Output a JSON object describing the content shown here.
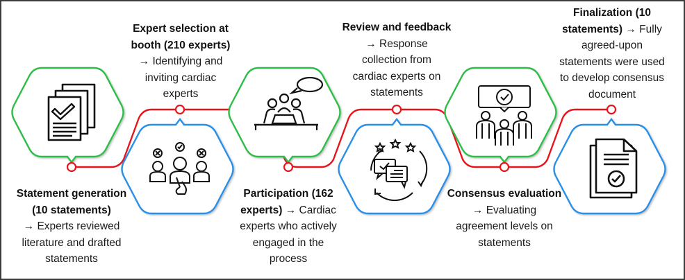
{
  "diagram": {
    "type": "process-flow",
    "colors": {
      "top_hexagon": "#2ebd4a",
      "bottom_hexagon": "#2a8fe6",
      "connector": "#e8141c",
      "icon": "#111111",
      "text": "#1a1a1a",
      "frame": "#3c3c3c"
    },
    "arrow_glyph": "→",
    "steps": [
      {
        "id": 1,
        "position": "top",
        "icon": "document-checklist-icon",
        "title": "Statement generation (10 statements)",
        "title_lines": [
          "Statement generation",
          "(10 statements)"
        ],
        "description": "Experts reviewed literature and drafted statements",
        "description_lines": [
          "Experts reviewed",
          "literature and drafted",
          "statements"
        ]
      },
      {
        "id": 2,
        "position": "bottom",
        "icon": "expert-selection-icon",
        "title": "Expert selection at booth (210 experts)",
        "title_lines": [
          "Expert selection at",
          "booth (210 experts)"
        ],
        "description": "Identifying and inviting cardiac experts",
        "description_lines": [
          "Identifying and",
          "inviting cardiac",
          "experts"
        ]
      },
      {
        "id": 3,
        "position": "top",
        "icon": "group-discussion-icon",
        "title": "Participation (162 experts)",
        "title_lines": [
          "Participation (162",
          "experts)"
        ],
        "description": "Cardiac experts who actively engaged in the process",
        "description_lines": [
          "Cardiac",
          "experts who actively",
          "engaged in the",
          "process"
        ]
      },
      {
        "id": 4,
        "position": "bottom",
        "icon": "feedback-chat-icon",
        "title": "Review and feedback",
        "title_lines": [
          "Review and feedback"
        ],
        "description": "Response collection from cardiac experts on statements",
        "description_lines": [
          "Response",
          "collection from",
          "cardiac experts on",
          "statements"
        ]
      },
      {
        "id": 5,
        "position": "top",
        "icon": "team-consensus-icon",
        "title": "Consensus evaluation",
        "title_lines": [
          "Consensus evaluation"
        ],
        "description": "Evaluating agreement levels on statements",
        "description_lines": [
          "Evaluating",
          "agreement levels on",
          "statements"
        ]
      },
      {
        "id": 6,
        "position": "bottom",
        "icon": "approved-document-icon",
        "title": "Finalization (10 statements)",
        "title_lines": [
          "Finalization (10",
          "statements)"
        ],
        "description": "Fully agreed-upon statements were used to develop consensus document",
        "description_lines": [
          "Fully",
          "agreed-upon",
          "statements were used",
          "to develop consensus",
          "document"
        ]
      }
    ]
  }
}
